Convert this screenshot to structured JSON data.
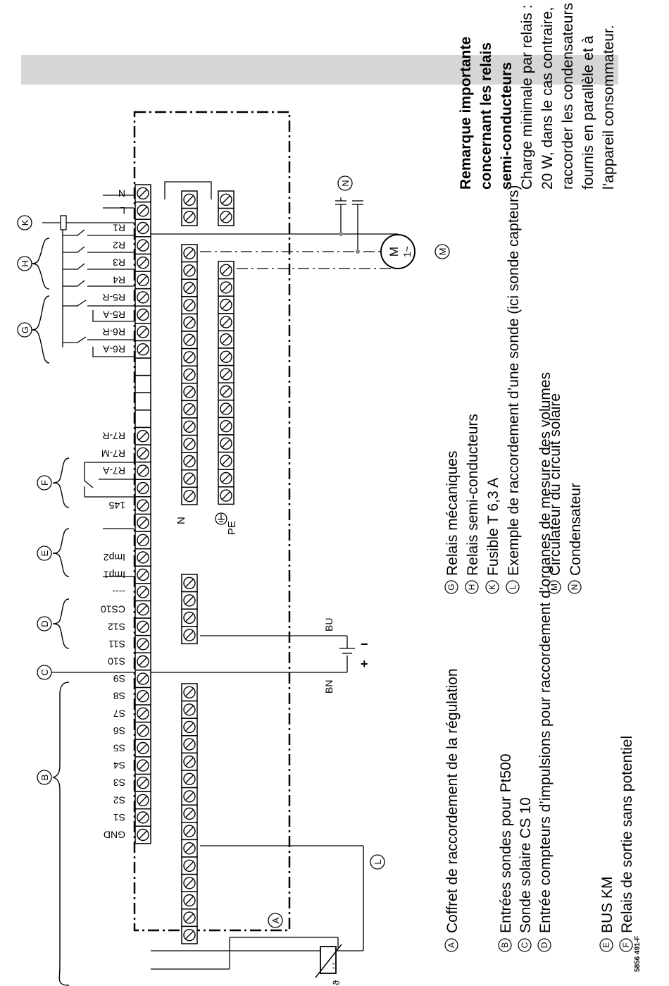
{
  "legend": {
    "A": "Coffret de raccordement de la régulation",
    "B": "Entrées sondes pour Pt500",
    "C": "Sonde solaire CS 10",
    "D": "Entrée compteurs d’impulsions pour raccordement d’organes de mesure des volumes",
    "E": "BUS KM",
    "F": "Relais de sortie sans potentiel",
    "G": "Relais mécaniques",
    "H": "Relais semi-conducteurs",
    "K": "Fusible T 6,3 A",
    "L": "Exemple de raccordement d’une sonde (ici sonde capteurs)",
    "M": "Circulateur du circuit solaire",
    "N": "Condensateur"
  },
  "note": {
    "title_lines": [
      "Remarque importante",
      "concernant les relais",
      "semi-conducteurs"
    ],
    "body_lines": [
      "Charge minimale par relais :",
      "20 W, dans le cas contraire,",
      "raccorder les condensateurs",
      "fournis en parallèle et à",
      "l’appareil consommateur."
    ]
  },
  "terminals": {
    "t0": "GND",
    "t1": "S1",
    "t2": "S2",
    "t3": "S3",
    "t4": "S4",
    "t5": "S5",
    "t6": "S6",
    "t7": "S7",
    "t8": "S8",
    "t9": "S9",
    "t10": "S10",
    "t11": "S11",
    "t12": "S12",
    "t13": "CS10",
    "t14": "----",
    "t15": "Imp1",
    "t16": "Imp2",
    "t19": "145",
    "t21": "R7-A",
    "t22": "R7-M",
    "t23": "R7-R",
    "t28": "R6-A",
    "t29": "R6-R",
    "t30": "R5-A",
    "t31": "R5-R",
    "t32": "R4",
    "t33": "R3",
    "t34": "R2",
    "t35": "R1",
    "t36": "L",
    "t37": "N"
  },
  "labels": {
    "N": "N",
    "PE": "PE",
    "BU": "BU",
    "BN": "BN",
    "plus": "+",
    "minus": "−",
    "motor_M": "M",
    "motor_phase": "1~",
    "theta": "ϑ"
  },
  "doc_number": "5856 491-F"
}
